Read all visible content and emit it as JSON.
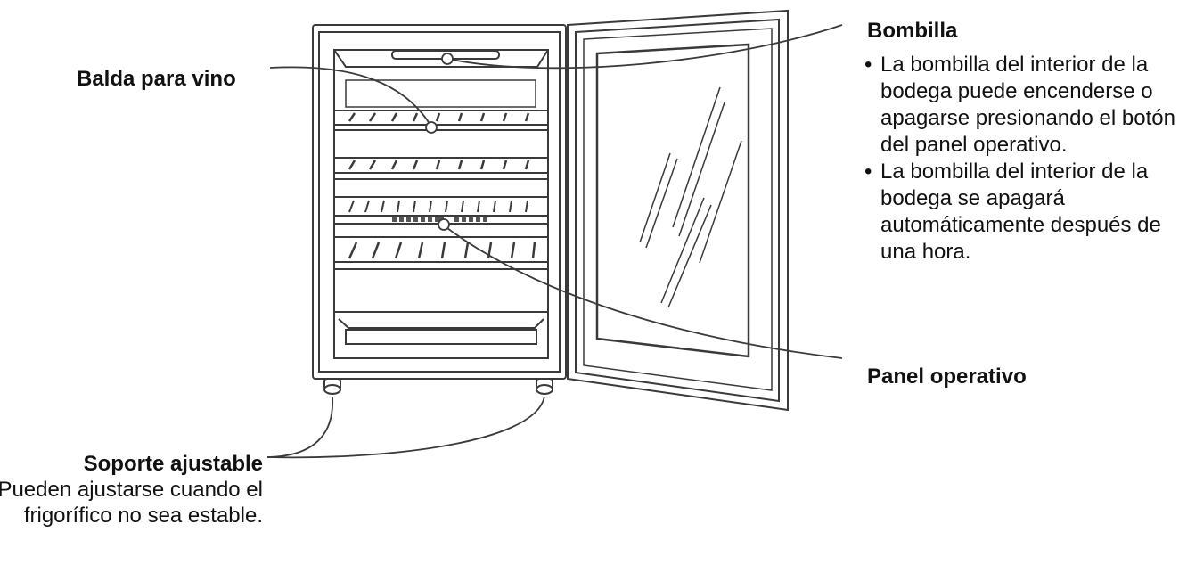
{
  "labels": {
    "wine_shelf": "Balda para vino",
    "bulb_title": "Bombilla",
    "bulb_notes": [
      "La bombilla del interior de la bodega puede encenderse o apagarse presionando el botón del panel operativo.",
      "La bombilla del interior de la bodega se apagará automáticamente después de una hora."
    ],
    "panel": "Panel operativo",
    "stand_title": "Soporte ajustable",
    "stand_desc": "Pueden ajustarse cuando el frigorífico no sea estable."
  },
  "colors": {
    "line": "#3a3a3a",
    "frame": "#4a4a4a",
    "fill": "#ffffff"
  }
}
